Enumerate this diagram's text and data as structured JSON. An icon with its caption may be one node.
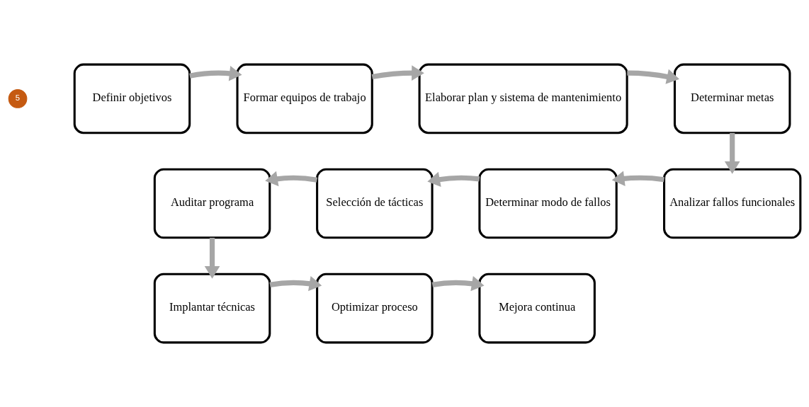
{
  "diagram": {
    "nodes": [
      {
        "text": [
          "Definir objetivos"
        ]
      },
      {
        "text": [
          "Formar equipos de trabajo"
        ]
      },
      {
        "text": [
          "Elaborar plan y sistema de mantenimiento"
        ]
      },
      {
        "text": [
          "Determinar metas"
        ]
      },
      {
        "text": [
          "Analizar fallos funcionales"
        ]
      },
      {
        "text": [
          "Determinar modo de fallos"
        ]
      },
      {
        "text": [
          "Selección de tácticas"
        ]
      },
      {
        "text": [
          "Auditar programa"
        ]
      },
      {
        "text": [
          "Implantar técnicas"
        ]
      },
      {
        "text": [
          "Optimizar proceso"
        ]
      },
      {
        "text": [
          "Mejora continua"
        ]
      },
      {
        "text": [
          "5"
        ]
      }
    ],
    "edges": [
      {
        "from": 0,
        "to": 1,
        "arrow": "to"
      },
      {
        "from": 1,
        "to": 2,
        "arrow": "to"
      },
      {
        "from": 2,
        "to": 3,
        "arrow": "to"
      },
      {
        "from": 3,
        "to": 4,
        "arrow": "to"
      },
      {
        "from": 4,
        "to": 5,
        "arrow": "to"
      },
      {
        "from": 5,
        "to": 6,
        "arrow": "to"
      },
      {
        "from": 6,
        "to": 7,
        "arrow": "to"
      },
      {
        "from": 7,
        "to": 8,
        "arrow": "to"
      },
      {
        "from": 8,
        "to": 9,
        "arrow": "to"
      },
      {
        "from": 9,
        "to": 10,
        "arrow": "to"
      }
    ]
  }
}
